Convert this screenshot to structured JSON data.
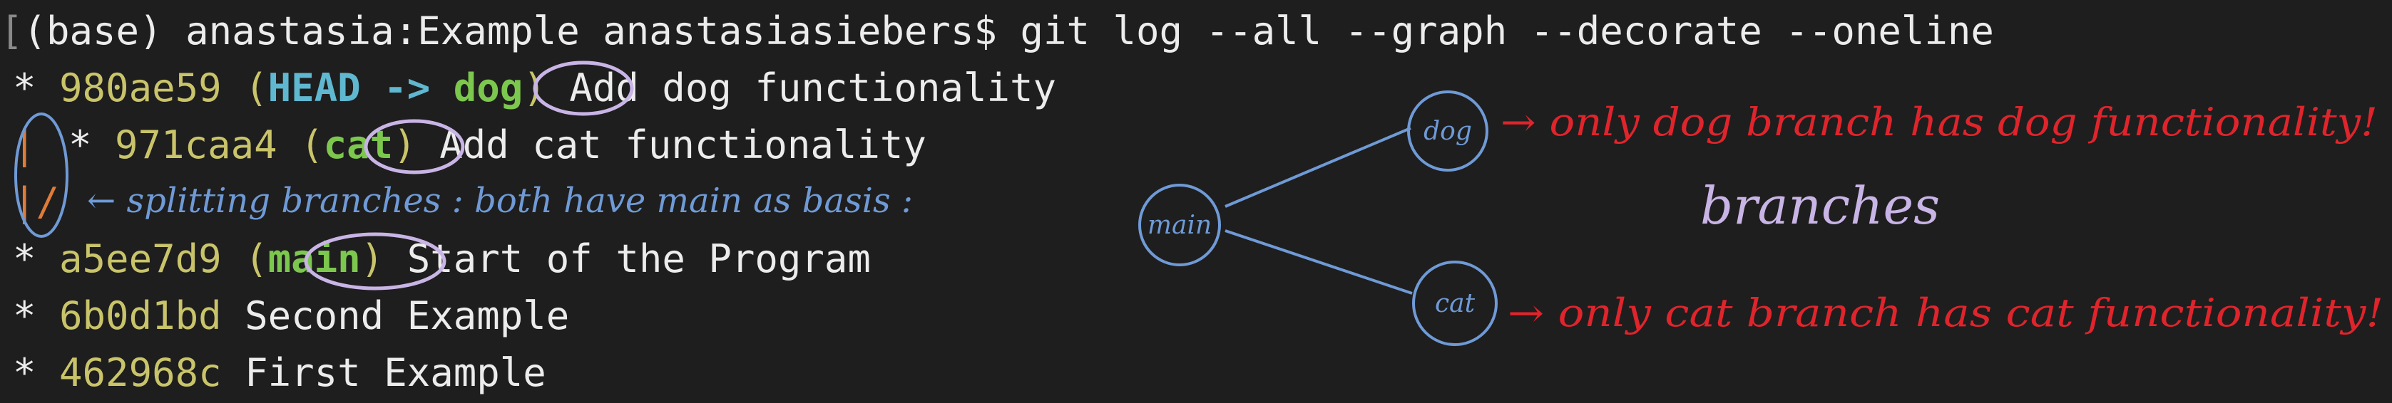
{
  "terminal": {
    "prompt_bracket": "[",
    "prompt_line": "(base) anastasia:Example anastasiasiebers$ git log --all --graph --decorate --oneline",
    "lines": [
      {
        "graph": "* ",
        "hash": "980ae59",
        "head": "HEAD -> ",
        "branch": "dog",
        "message": "Add dog functionality"
      },
      {
        "graph": "* ",
        "hash": "971caa4",
        "branch": "cat",
        "message": "Add cat functionality"
      },
      {
        "graph": "* ",
        "hash": "a5ee7d9",
        "branch": "main",
        "message": "Start of the Program"
      },
      {
        "graph": "* ",
        "hash": "6b0d1bd",
        "message": "Second Example"
      },
      {
        "graph": "* ",
        "hash": "462968c",
        "message": "First Example"
      }
    ],
    "graph_pipe": "|",
    "graph_slash": "|/",
    "open_paren": "(",
    "close_paren": ")",
    "space": " "
  },
  "annotations": {
    "split_note": "← splitting branches : both have main as basis :",
    "node_main": "main",
    "node_dog": "dog",
    "node_cat": "cat",
    "dog_note": "→ only dog branch has dog functionality!",
    "cat_note": "→ only cat branch has cat functionality!",
    "branches_label": "branches",
    "colors": {
      "blue_ink": "#6f9ad6",
      "red_ink": "#e0242c",
      "purple_ink": "#c9b4e6",
      "orange_mark": "#e07b39"
    }
  }
}
